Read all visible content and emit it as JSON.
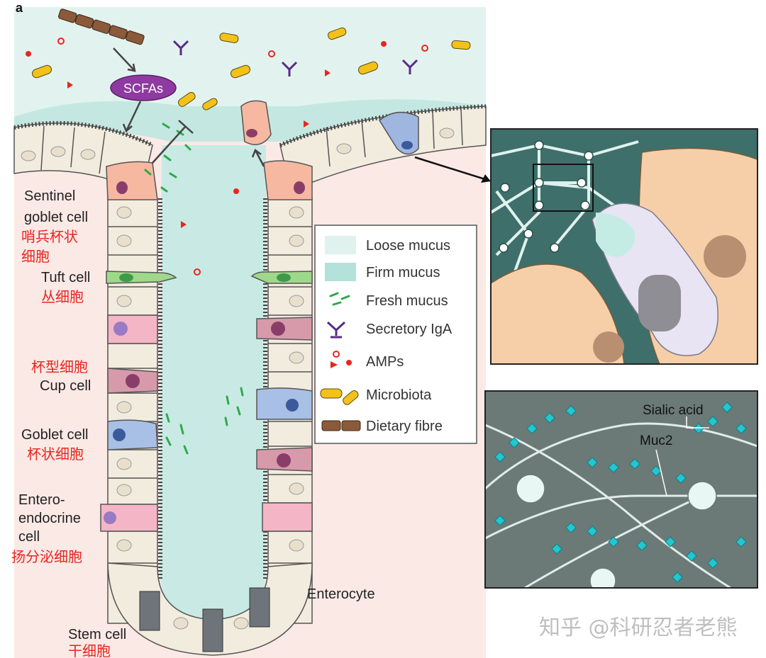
{
  "panel_letter": "a",
  "lumen": {
    "scfas_label": "SCFAs"
  },
  "cell_labels": {
    "sentinel_en_1": "Sentinel",
    "sentinel_en_2": "goblet cell",
    "sentinel_cn_1": "哨兵杯状",
    "sentinel_cn_2": "细胞",
    "tuft_en": "Tuft cell",
    "tuft_cn": "丛细胞",
    "cup_cn": "杯型细胞",
    "cup_en": "Cup cell",
    "goblet_en": "Goblet cell",
    "goblet_cn": "杯状细胞",
    "entero_en_1": "Entero-",
    "entero_en_2": "endocrine",
    "entero_en_3": "cell",
    "entero_cn": "扬分泌细胞",
    "stem_en": "Stem cell",
    "stem_cn": "干细胞",
    "enterocyte_en": "Enterocyte"
  },
  "legend": {
    "items": [
      {
        "icon": "loose-mucus-swatch",
        "label": "Loose mucus",
        "color": "#dff2ee"
      },
      {
        "icon": "firm-mucus-swatch",
        "label": "Firm mucus",
        "color": "#b4e1da"
      },
      {
        "icon": "fresh-mucus-icon",
        "label": "Fresh mucus",
        "color": "#2eaa4a"
      },
      {
        "icon": "secretory-iga-icon",
        "label": "Secretory IgA",
        "color": "#5a2a86"
      },
      {
        "icon": "amps-icon",
        "label": "AMPs",
        "color": "#e8251f"
      },
      {
        "icon": "microbiota-icon",
        "label": "Microbiota",
        "color": "#f2c21a"
      },
      {
        "icon": "dietary-fibre-icon",
        "label": "Dietary fibre",
        "color": "#8a5a3a"
      }
    ]
  },
  "inset_bottom": {
    "sialic_label": "Sialic acid",
    "muc2_label": "Muc2"
  },
  "watermark": "知乎 @科研忍者老熊"
}
